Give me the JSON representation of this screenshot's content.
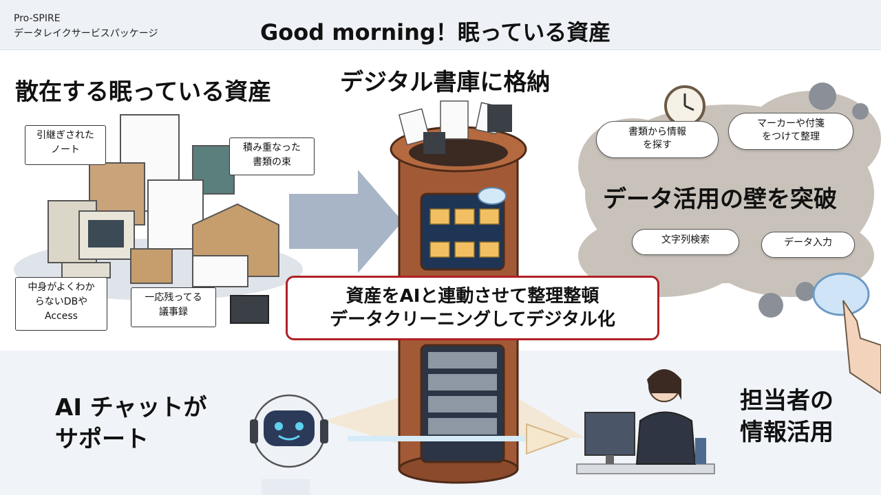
{
  "header": {
    "brand_line1": "Pro-SPIRE",
    "brand_line2": "データレイクサービスパッケージ",
    "title": "Good morning！眠っている資産"
  },
  "sections": {
    "scattered_heading": "散在する眠っている資産",
    "archive_heading": "デジタル書庫に格納",
    "barrier_heading": "データ活用の壁を突破",
    "ai_chat_line1": "AI チャットが",
    "ai_chat_line2": "サポート",
    "user_line1": "担当者の",
    "user_line2": "情報活用"
  },
  "callouts": {
    "notes_line1": "引継ぎされた",
    "notes_line2": "ノート",
    "papers_line1": "積み重なった",
    "papers_line2": "書類の束",
    "db_line1": "中身がよくわか",
    "db_line2": "らないDBや",
    "db_line3": "Access",
    "minutes_line1": "一応残ってる",
    "minutes_line2": "議事録"
  },
  "cloud_labels": {
    "search_docs_line1": "書類から情報",
    "search_docs_line2": "を探す",
    "sticky_line1": "マーカーや付箋",
    "sticky_line2": "をつけて整理",
    "string_search": "文字列検索",
    "data_entry": "データ入力"
  },
  "banner": {
    "line1": "資産をAIと連動させて整理整頓",
    "line2": "データクリーニングしてデジタル化"
  },
  "colors": {
    "banner_border": "#b01f24",
    "tower_brown": "#9a5432",
    "header_bg": "#eef1f6"
  }
}
